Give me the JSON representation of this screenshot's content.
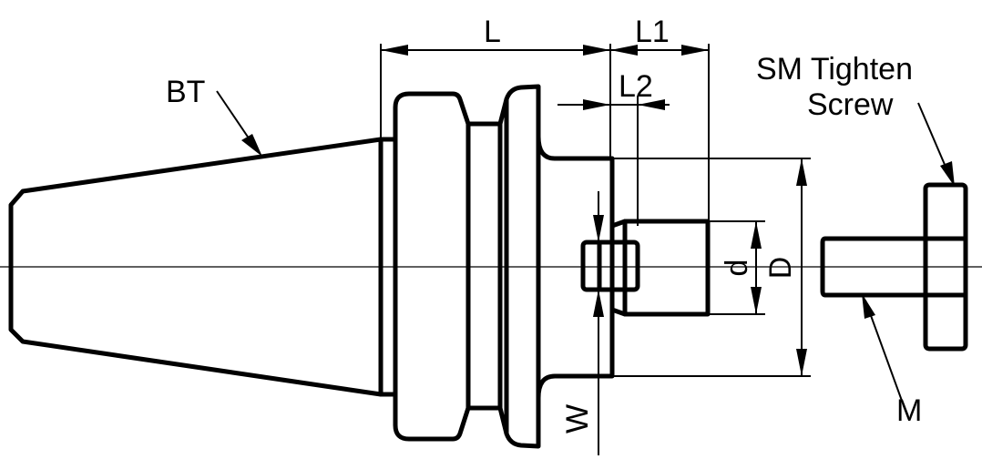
{
  "labels": {
    "bt": "BT",
    "l": "L",
    "l1": "L1",
    "l2": "L2",
    "d": "d",
    "D": "D",
    "w": "W",
    "m": "M",
    "sm_line1": "SM Tighten",
    "sm_line2": "Screw"
  }
}
